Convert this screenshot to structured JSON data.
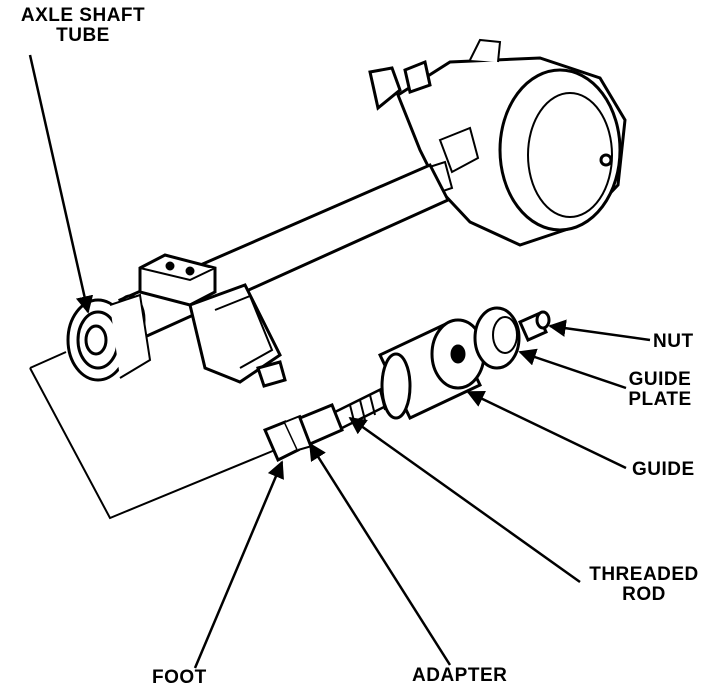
{
  "labels": {
    "axle_shaft_tube": [
      "AXLE SHAFT",
      "TUBE"
    ],
    "nut": "NUT",
    "guide_plate": [
      "GUIDE",
      "PLATE"
    ],
    "guide": "GUIDE",
    "threaded_rod": [
      "THREADED",
      "ROD"
    ],
    "foot": "FOOT",
    "adapter": "ADAPTER"
  },
  "colors": {
    "ink": "#000000",
    "paper": "#ffffff"
  }
}
